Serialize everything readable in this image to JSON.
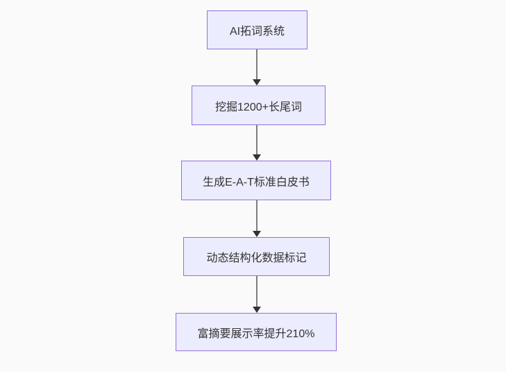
{
  "diagram": {
    "type": "flowchart",
    "direction": "top-down",
    "nodes": [
      {
        "label": "AI拓词系统"
      },
      {
        "label": "挖掘1200+长尾词"
      },
      {
        "label": "生成E-A-T标准白皮书"
      },
      {
        "label": "动态结构化数据标记"
      },
      {
        "label": "富摘要展示率提升210%"
      }
    ],
    "edges": [
      {
        "from": "AI拓词系统",
        "to": "挖掘1200+长尾词"
      },
      {
        "from": "挖掘1200+长尾词",
        "to": "生成E-A-T标准白皮书"
      },
      {
        "from": "生成E-A-T标准白皮书",
        "to": "动态结构化数据标记"
      },
      {
        "from": "动态结构化数据标记",
        "to": "富摘要展示率提升210%"
      }
    ],
    "colors": {
      "background": "#fafafa",
      "node_fill": "#ececff",
      "node_border": "#9370db",
      "text": "#333333",
      "arrow_line": "#7d7d7d",
      "arrow_head": "#333333"
    }
  }
}
